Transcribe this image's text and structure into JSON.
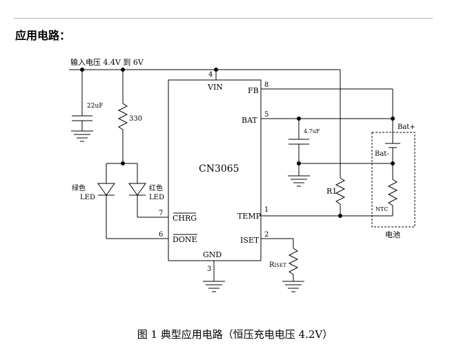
{
  "heading": "应用电路：",
  "caption": "图 1    典型应用电路（恒压充电电压 4.2V）",
  "input_label": "输入电压  4.4V 到 6V",
  "chip": {
    "name": "CN3065",
    "pins": {
      "vin": "VIN",
      "fb": "FB",
      "bat": "BAT",
      "temp": "TEMP",
      "iset": "ISET",
      "chrg": "CHRG",
      "done": "DONE",
      "gnd": "GND"
    },
    "pin_numbers": {
      "vin": "4",
      "fb": "8",
      "bat": "5",
      "temp": "1",
      "iset": "2",
      "chrg": "7",
      "done": "6",
      "gnd": "3"
    }
  },
  "components": {
    "cap_in": "22uF",
    "res_led": "330",
    "cap_bat": "4.7uF",
    "led_green": "绿色",
    "led_red": "红色",
    "led_word": "LED",
    "r1": "R1",
    "riset_r": "R",
    "riset_sub": "ISET",
    "ntc": "NTC",
    "bat_plus": "Bat+",
    "bat_minus": "Bat-",
    "battery": "电池"
  }
}
